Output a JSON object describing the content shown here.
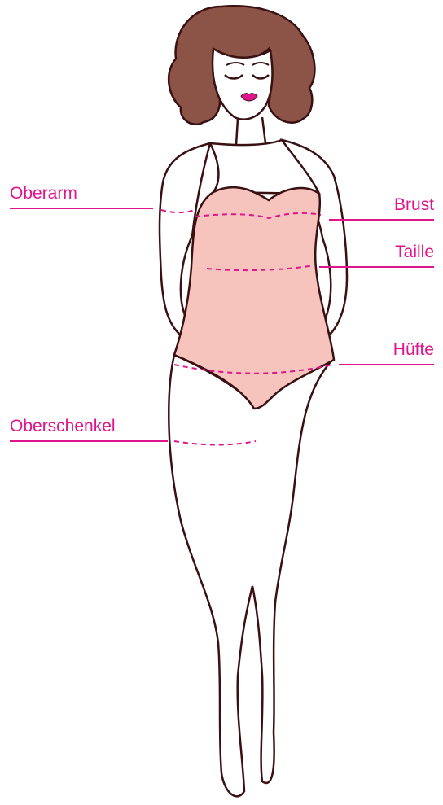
{
  "accent_color": "#e0148c",
  "outline_color": "#3a1012",
  "swimsuit_color": "#f6c3bd",
  "hair_color": "#8b5446",
  "lip_color": "#e0148c",
  "measurement_labels": {
    "upper_arm": "Oberarm",
    "bust": "Brust",
    "waist": "Taille",
    "hip": "Hüfte",
    "thigh": "Oberschenkel"
  }
}
